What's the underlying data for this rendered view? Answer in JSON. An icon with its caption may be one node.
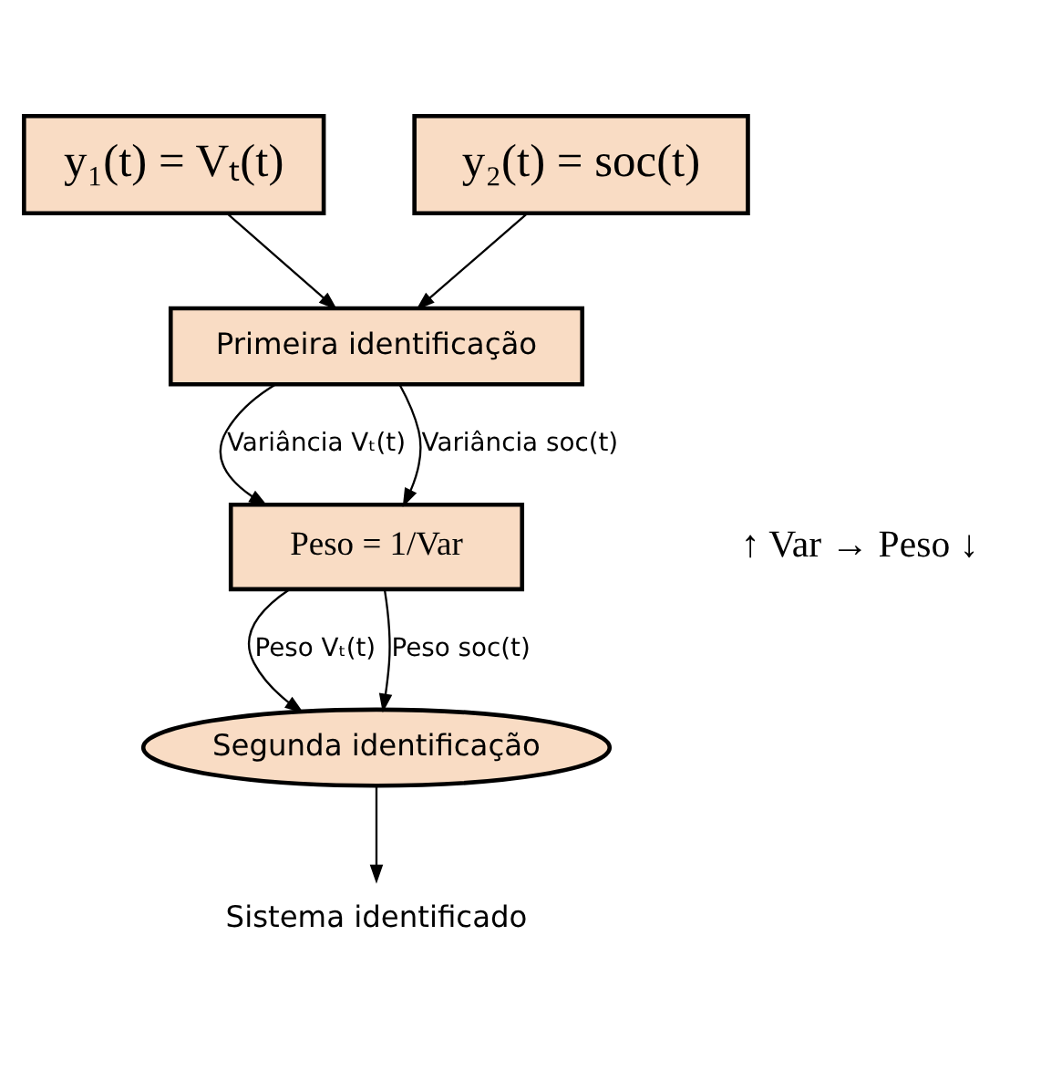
{
  "diagram": {
    "nodes": [
      {
        "text": [
          "y₁(t) = Vₜ(t)"
        ]
      },
      {
        "text": [
          "y₂(t) = soc(t)"
        ]
      },
      {
        "text": [
          "Primeira identificação"
        ]
      },
      {
        "text": [
          "Peso = 1/Var"
        ]
      },
      {
        "text": [
          "Segunda identificação"
        ]
      },
      {
        "text": [
          "Sistema identificado"
        ]
      }
    ],
    "edges": [
      {
        "from": 0,
        "to": 2,
        "arrow": "to"
      },
      {
        "from": 1,
        "to": 2,
        "arrow": "to"
      },
      {
        "from": 2,
        "to": 3,
        "arrow": "to",
        "label": "Variância Vₜ(t)"
      },
      {
        "from": 2,
        "to": 3,
        "arrow": "to",
        "label": "Variância soc(t)"
      },
      {
        "from": 3,
        "to": 4,
        "arrow": "to",
        "label": "Peso Vₜ(t)"
      },
      {
        "from": 3,
        "to": 4,
        "arrow": "to",
        "label": "Peso soc(t)"
      },
      {
        "from": 4,
        "to": 5,
        "arrow": "to"
      }
    ],
    "labels": [
      "↑ Var → Peso ↓"
    ]
  }
}
